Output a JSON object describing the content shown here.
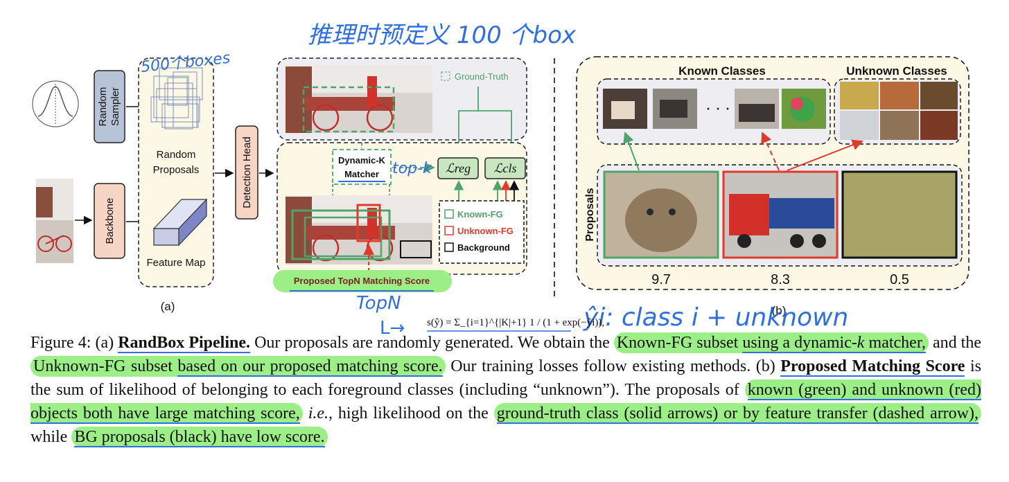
{
  "panel_a": {
    "random_sampler": "Random Sampler",
    "backbone": "Backbone",
    "random_proposals": [
      "Random",
      "Proposals"
    ],
    "feature_map": "Feature Map",
    "detection_head": "Detection Head",
    "ground_truth": "Ground-Truth",
    "dynamic_k_matcher": [
      "Dynamic-K",
      "Matcher"
    ],
    "loss_reg": "ℒreg",
    "loss_cls": "ℒcls",
    "legend": [
      "Known-FG",
      "Unknown-FG",
      "Background"
    ],
    "topn_score": "Proposed TopN Matching Score",
    "label": "(a)"
  },
  "panel_b": {
    "known_classes": "Known Classes",
    "unknown_classes": "Unknown Classes",
    "proposals": "Proposals",
    "dots": "· · ·",
    "scores": [
      "9.7",
      "8.3",
      "0.5"
    ],
    "label": "(b)"
  },
  "handwriting": {
    "top_note": "推理时预定义 100 个box",
    "boxes_note": "500个boxes",
    "topk_note": "top-k",
    "topn_note": "TopN",
    "arrow": "L→",
    "yhat_note": "ŷi: class i + unknown"
  },
  "formula": "s(ŷ) = Σ_{i=1}^{|K|+1} 1 / (1 + exp(−ŷi)),",
  "caption": {
    "p1": "Figure 4: (a) ",
    "p2": "RandBox Pipeline.",
    "p3": " Our proposals are randomly generated. We obtain the ",
    "p4": "Known-FG subset ",
    "p5": "using a dynamic-",
    "p6": "k",
    "p7": " matcher,",
    "p8": " and the ",
    "p9": "Unknown-FG subset ",
    "p10": "based on our proposed matching score.",
    "p11": " Our training losses follow existing methods. (b) ",
    "p12": "Proposed Matching Score",
    "p13": " is the sum of likelihood of belonging to each foreground classes (including “unknown”). The proposals of ",
    "p14": "known (green) and unknown (red) objects both have large matching score,",
    "p15": " ",
    "p16": "i.e.",
    "p17": ", high likelihood on the ",
    "p18": "ground-truth class (solid arrows) or by feature transfer (dashed arrow),",
    "p19": " while ",
    "p20": "BG proposals (black) have low score."
  },
  "colors": {
    "green": "#4fa46a",
    "red": "#e23a2a",
    "blue_ink": "#2f6fe3",
    "highlight": "#9bef86",
    "panel_bg": "#fdf8e6",
    "gray_bg": "#eeeef2",
    "sampler_fill": "#b7c4d8",
    "backbone_fill": "#f6d5c4",
    "loss_fill": "#c8e6c0"
  }
}
